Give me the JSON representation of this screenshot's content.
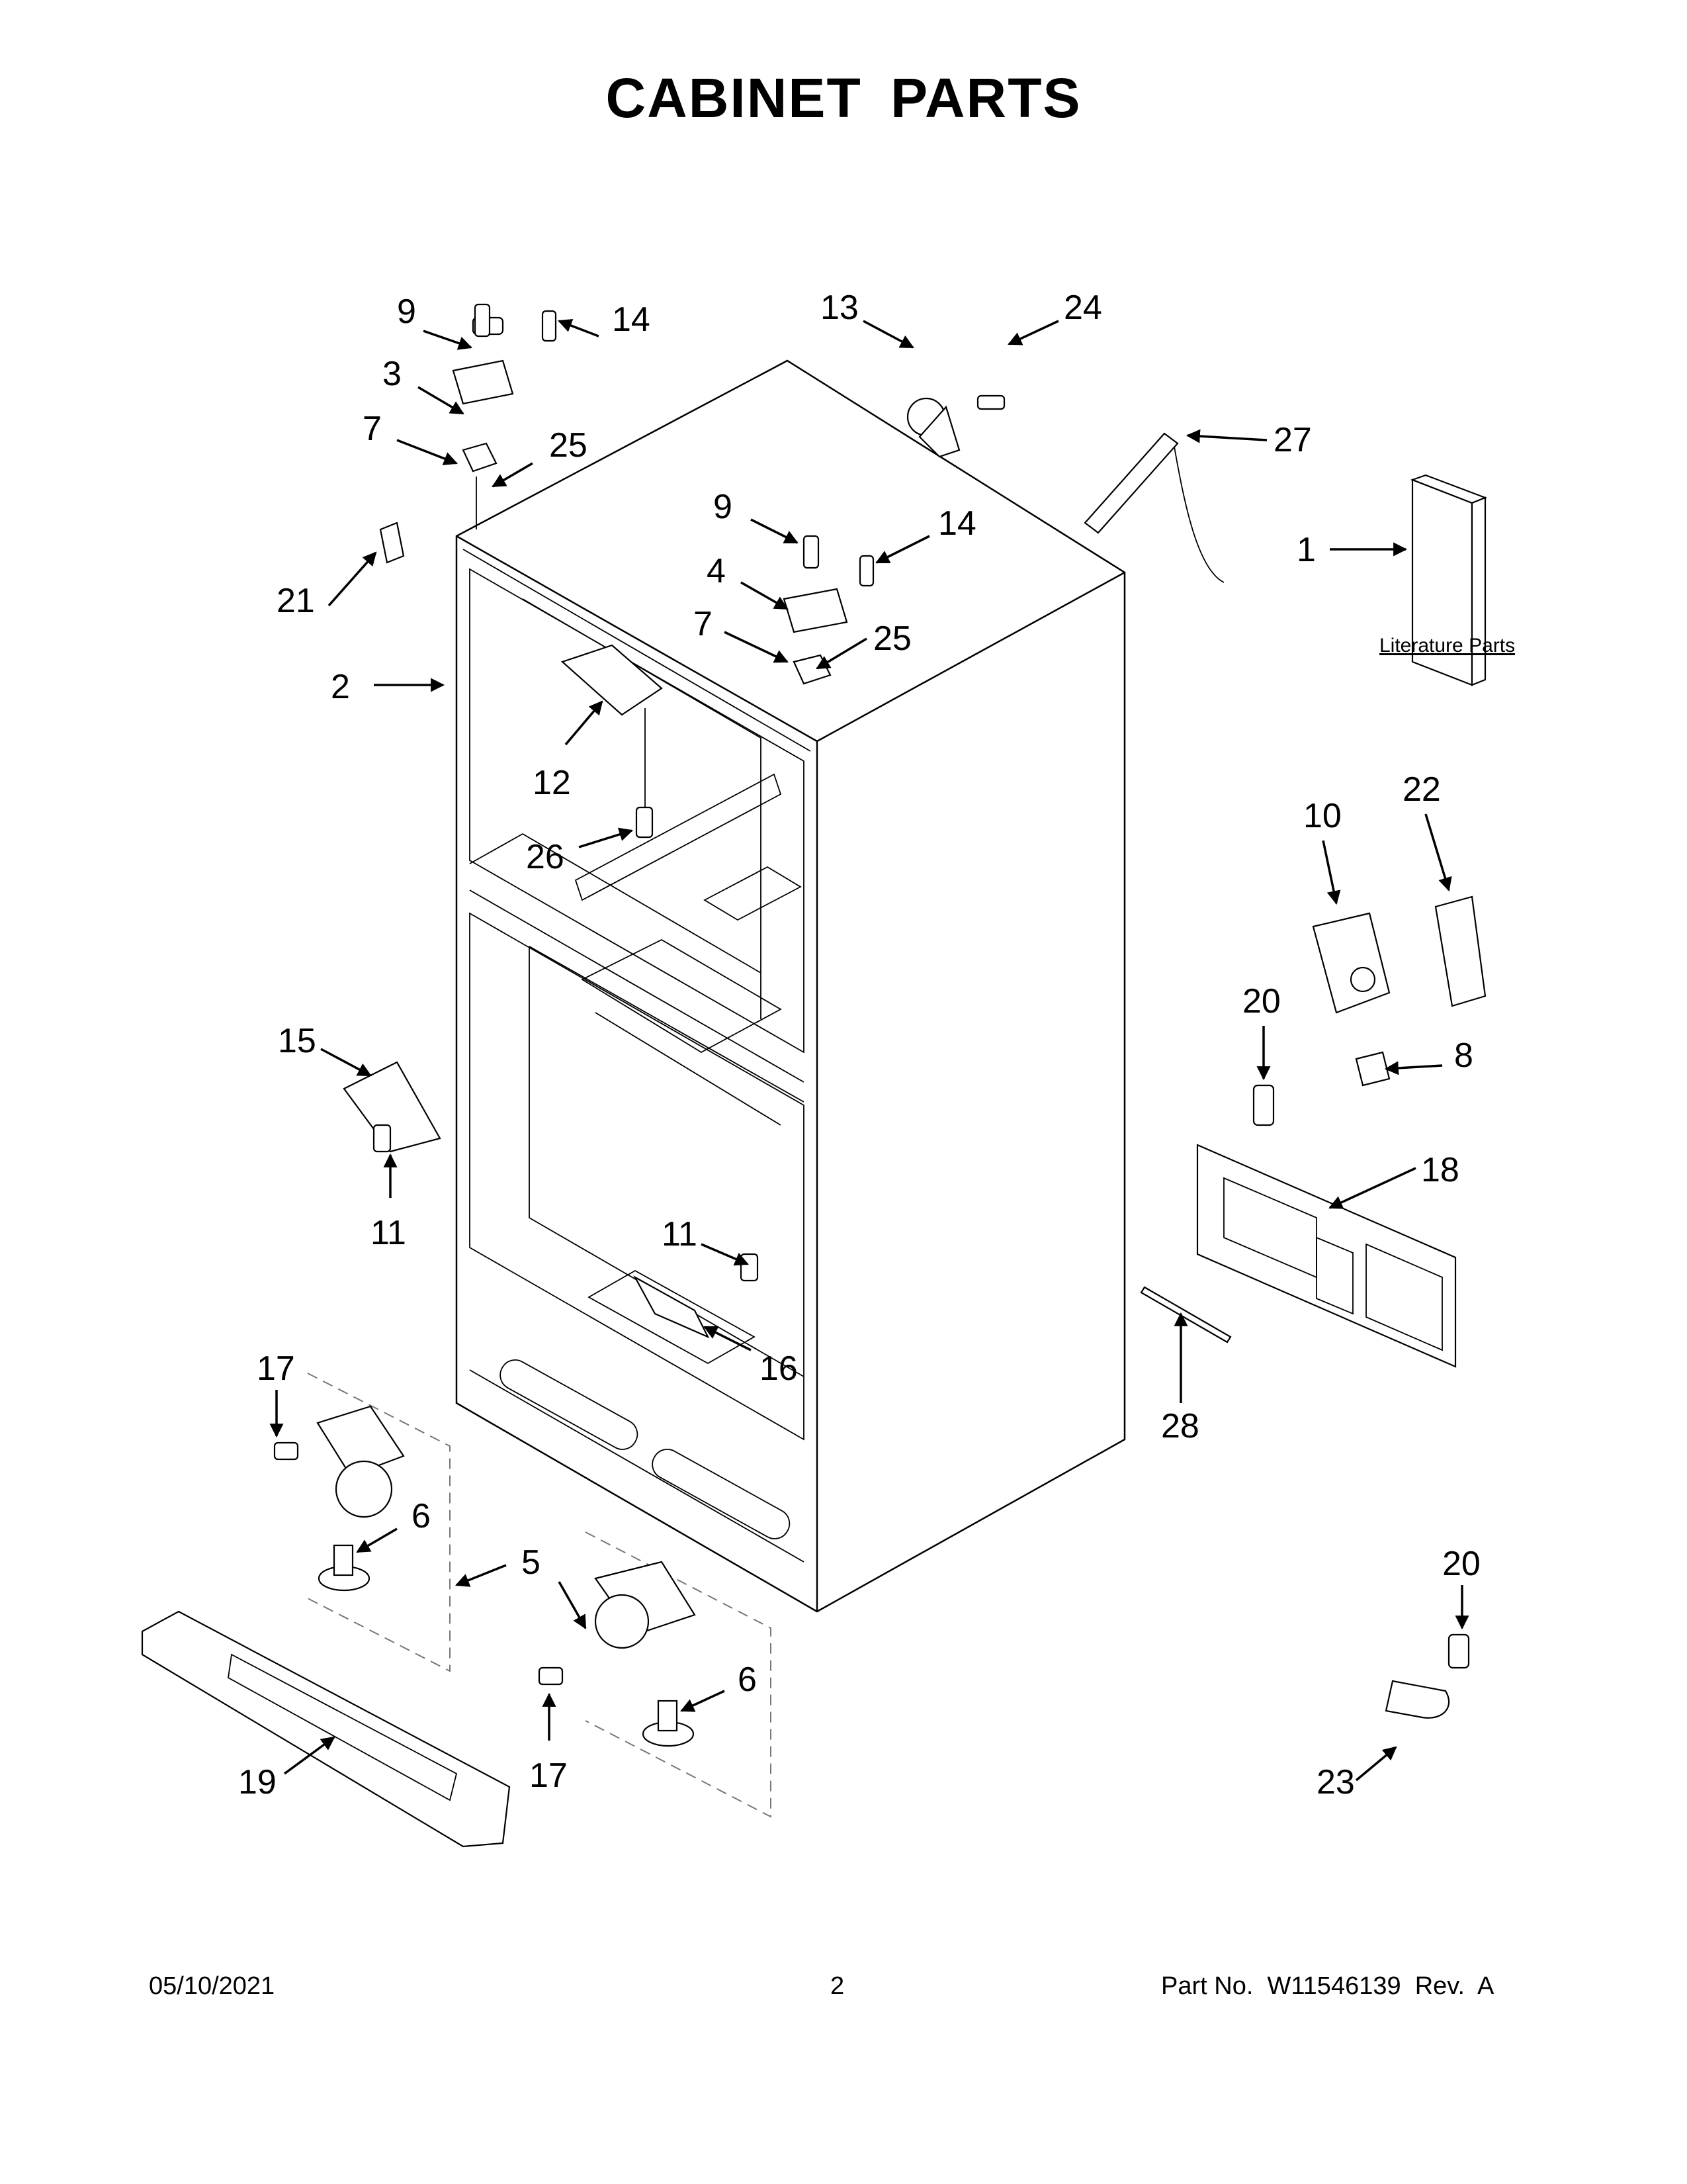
{
  "title": "CABINET PARTS",
  "footer": {
    "date": "05/10/2021",
    "page": "2",
    "part_no": "Part No.  W11546139  Rev.  A"
  },
  "literature_label": "Literature Parts",
  "callouts": {
    "c1": "1",
    "c2": "2",
    "c3": "3",
    "c4": "4",
    "c5": "5",
    "c6a": "6",
    "c6b": "6",
    "c7a": "7",
    "c7b": "7",
    "c8": "8",
    "c9a": "9",
    "c9b": "9",
    "c10": "10",
    "c11a": "11",
    "c11b": "11",
    "c12": "12",
    "c13": "13",
    "c14a": "14",
    "c14b": "14",
    "c15": "15",
    "c16": "16",
    "c17a": "17",
    "c17b": "17",
    "c18": "18",
    "c19": "19",
    "c20a": "20",
    "c20b": "20",
    "c21": "21",
    "c22": "22",
    "c23": "23",
    "c24": "24",
    "c25a": "25",
    "c25b": "25",
    "c26": "26",
    "c27": "27",
    "c28": "28"
  }
}
